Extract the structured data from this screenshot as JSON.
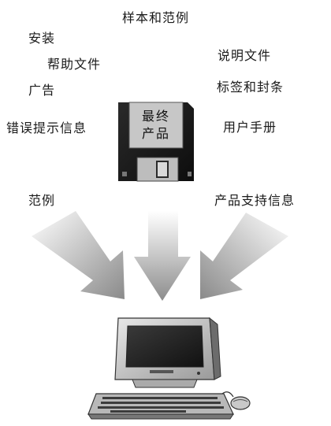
{
  "labels": {
    "samples": "样本和范例",
    "install": "安装",
    "help_files": "帮助文件",
    "ads": "广告",
    "error_messages": "错误提示信息",
    "readme": "说明文件",
    "labels_seals": "标签和封条",
    "user_manual": "用户手册",
    "examples": "范例",
    "support_info": "产品支持信息"
  },
  "disk": {
    "line1": "最终",
    "line2": "产品"
  },
  "icons": [
    "floppy-disk-icon",
    "arrow-icon",
    "computer-icon"
  ]
}
